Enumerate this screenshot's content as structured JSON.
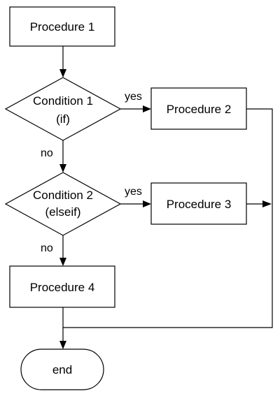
{
  "diagram": {
    "nodes": {
      "procedure_1": {
        "label": "Procedure 1"
      },
      "condition_1": {
        "line1": "Condition 1",
        "line2": "(if)"
      },
      "procedure_2": {
        "label": "Procedure 2"
      },
      "condition_2": {
        "line1": "Condition 2",
        "line2": "(elseif)"
      },
      "procedure_3": {
        "label": "Procedure 3"
      },
      "procedure_4": {
        "label": "Procedure 4"
      },
      "end": {
        "label": "end"
      }
    },
    "edges": {
      "condition_1_yes": "yes",
      "condition_1_no": "no",
      "condition_2_yes": "yes",
      "condition_2_no": "no"
    }
  }
}
